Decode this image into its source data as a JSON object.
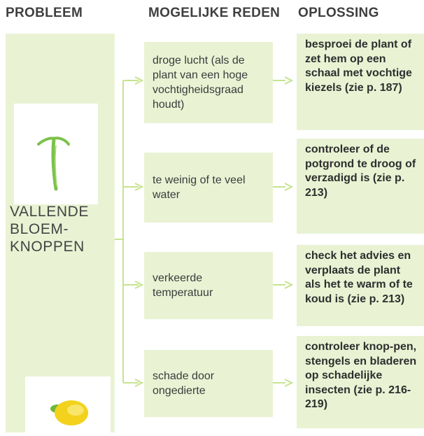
{
  "headers": {
    "problem": "PROBLEEM",
    "reason": "MOGELIJKE REDEN",
    "solution": "OPLOSSING"
  },
  "problem": {
    "title_line1": "VALLENDE",
    "title_line2": "BLOEM-",
    "title_line3": "KNOPPEN"
  },
  "rows": [
    {
      "reason": "droge lucht (als de plant van een hoge vochtigheidsgraad houdt)",
      "solution": "besproei de plant of zet hem op een schaal met vochtige kiezels (zie p. 187)"
    },
    {
      "reason": "te weinig of te veel water",
      "solution": "controleer of de potgrond te droog of verzadigd is (zie p. 213)"
    },
    {
      "reason": "verkeerde temperatuur",
      "solution": "check het advies en verplaats de plant als het te warm of te koud is (zie p. 213)"
    },
    {
      "reason": "schade door ongedierte",
      "solution": "controleer knop-pen, stengels en bladeren op schadelijke insecten (zie p. 216-219)"
    }
  ],
  "colors": {
    "box_fill": "#e9f3d4",
    "connector": "#c6e48e",
    "stem": "#7cc24a",
    "bud": "#f2d21c"
  }
}
